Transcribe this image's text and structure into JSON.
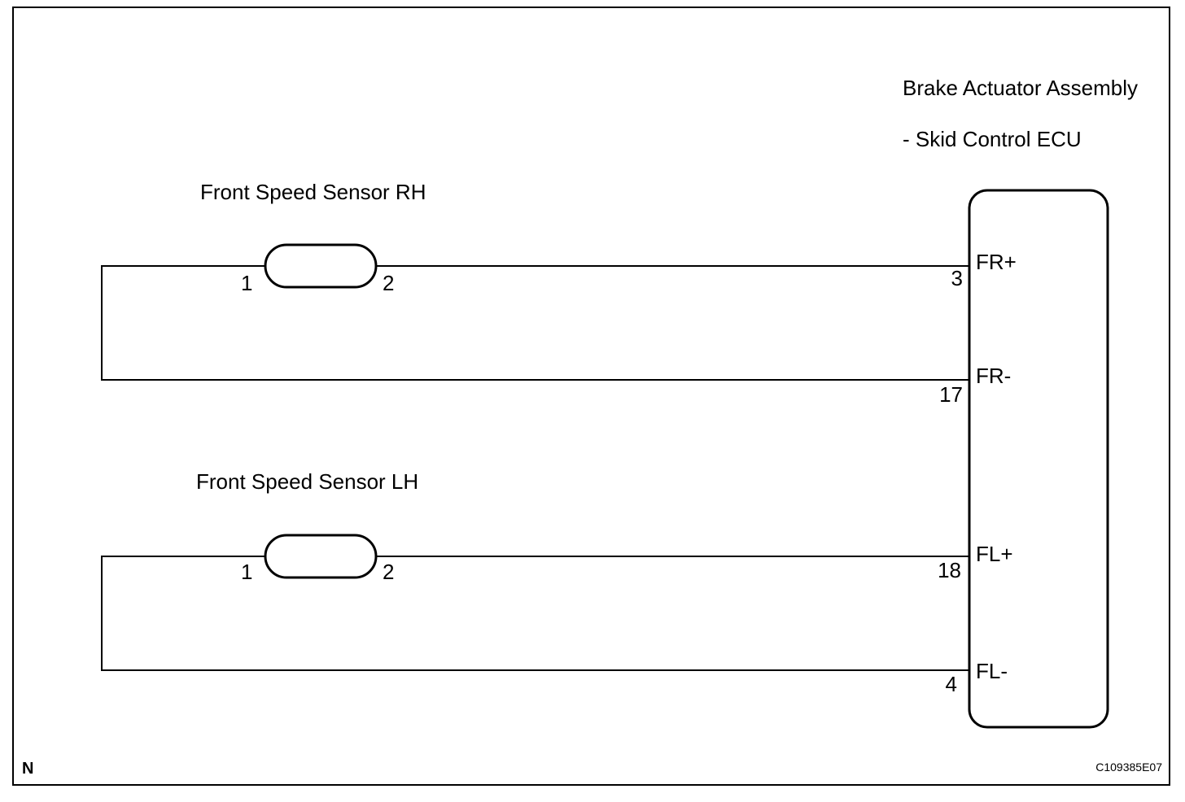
{
  "ecu": {
    "title_line1": "Brake Actuator Assembly",
    "title_line2": "- Skid Control ECU",
    "pins": [
      {
        "pin_no": "3",
        "signal": "FR+"
      },
      {
        "pin_no": "17",
        "signal": "FR-"
      },
      {
        "pin_no": "18",
        "signal": "FL+"
      },
      {
        "pin_no": "4",
        "signal": "FL-"
      }
    ]
  },
  "sensors": [
    {
      "label": "Front Speed Sensor RH",
      "pin_left": "1",
      "pin_right": "2"
    },
    {
      "label": "Front Speed Sensor LH",
      "pin_left": "1",
      "pin_right": "2"
    }
  ],
  "footer": {
    "corner_letter": "N",
    "figure_code": "C109385E07"
  }
}
